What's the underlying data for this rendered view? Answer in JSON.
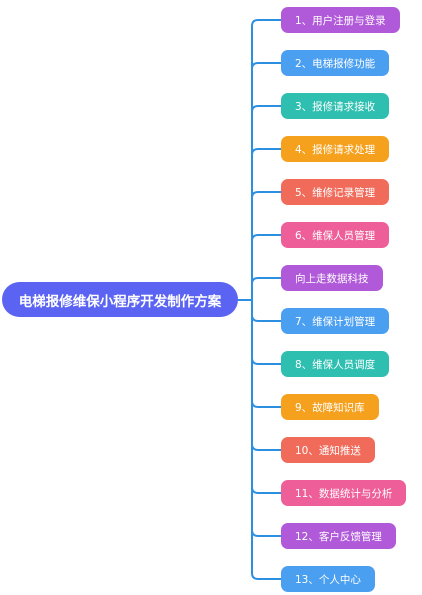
{
  "diagram": {
    "type": "mind-map",
    "line_color": "#2d8fe0",
    "root": {
      "label": "电梯报修维保小程序开发制作方案",
      "color": "#5b63f2"
    },
    "branches": [
      {
        "label": "1、用户注册与登录",
        "color": "#b05ad9"
      },
      {
        "label": "2、电梯报修功能",
        "color": "#4a9ff0"
      },
      {
        "label": "3、报修请求接收",
        "color": "#2ebfb0"
      },
      {
        "label": "4、报修请求处理",
        "color": "#f5a11e"
      },
      {
        "label": "5、维修记录管理",
        "color": "#f06b5a"
      },
      {
        "label": "6、维保人员管理",
        "color": "#ee5e98"
      },
      {
        "label": "向上走数据科技",
        "color": "#b05ad9"
      },
      {
        "label": "7、维保计划管理",
        "color": "#4a9ff0"
      },
      {
        "label": "8、维保人员调度",
        "color": "#2ebfb0"
      },
      {
        "label": "9、故障知识库",
        "color": "#f5a11e"
      },
      {
        "label": "10、通知推送",
        "color": "#f06b5a"
      },
      {
        "label": "11、数据统计与分析",
        "color": "#ee5e98"
      },
      {
        "label": "12、客户反馈管理",
        "color": "#b05ad9"
      },
      {
        "label": "13、个人中心",
        "color": "#4a9ff0"
      }
    ]
  }
}
